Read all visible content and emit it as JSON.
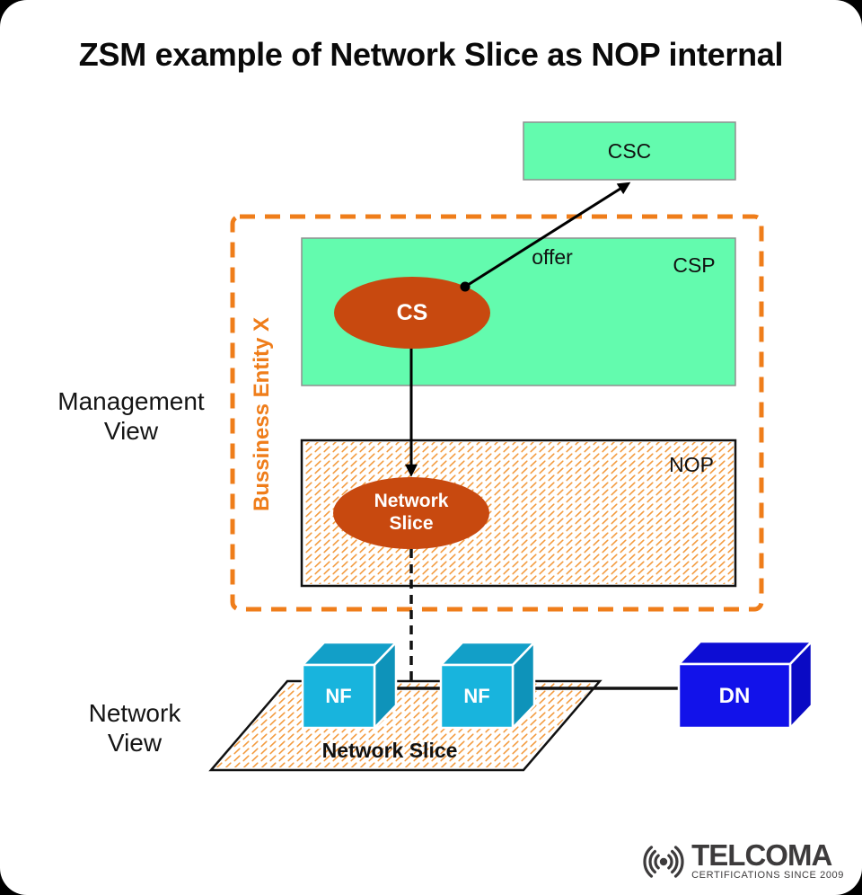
{
  "title": "ZSM example of Network Slice as NOP internal",
  "management_view": {
    "label_lines": [
      "Management",
      "View"
    ],
    "business_entity_label": "Bussiness Entity X",
    "csc_label": "CSC",
    "csp_label": "CSP",
    "cs_label": "CS",
    "offer_label": "offer",
    "nop_label": "NOP",
    "network_slice_lines": [
      "Network",
      "Slice"
    ]
  },
  "network_view": {
    "label_lines": [
      "Network",
      "View"
    ],
    "nf1_label": "NF",
    "nf2_label": "NF",
    "dn_label": "DN",
    "network_slice_label": "Network Slice"
  },
  "logo": {
    "name": "TELCOMA",
    "tagline": "CERTIFICATIONS SINCE 2009"
  },
  "colors": {
    "green_box": "#63fbae",
    "orange_accent": "#ef7d1a",
    "orange_hatch": "#f39b3f",
    "ellipse_orange": "#c8490f",
    "nf_cube_cyan": "#18b4dd",
    "dn_cube_blue": "#1212ea",
    "logo_gray": "#3d3b3c"
  }
}
